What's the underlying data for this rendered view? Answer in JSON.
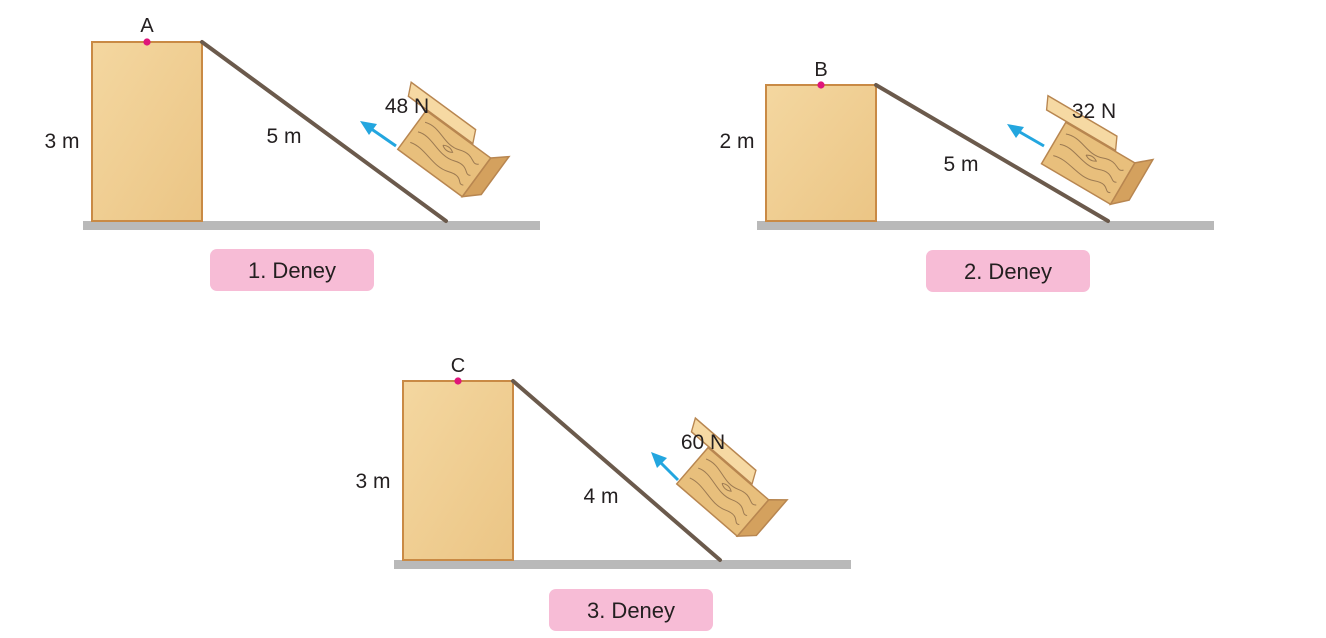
{
  "colors": {
    "block_fill": "#f0cc90",
    "block_stroke": "#c98a45",
    "ramp": "#6b5a4c",
    "ground": "#b9b9b9",
    "arrow": "#23a6df",
    "point": "#e0157a",
    "caption_bg": "#f7bcd6",
    "crate_light": "#f6d9a3",
    "crate_mid": "#e8bf7c",
    "crate_dark": "#d4a15e",
    "crate_grain": "#9c7a52"
  },
  "experiments": [
    {
      "caption": "1. Deney",
      "point": "A",
      "height_label": "3 m",
      "length_label": "5 m",
      "force_label": "48 N",
      "height_m": 3,
      "length_m": 5,
      "force_n": 48
    },
    {
      "caption": "2. Deney",
      "point": "B",
      "height_label": "2 m",
      "length_label": "5 m",
      "force_label": "32 N",
      "height_m": 2,
      "length_m": 5,
      "force_n": 32
    },
    {
      "caption": "3. Deney",
      "point": "C",
      "height_label": "3 m",
      "length_label": "4 m",
      "force_label": "60 N",
      "height_m": 3,
      "length_m": 4,
      "force_n": 60
    }
  ]
}
